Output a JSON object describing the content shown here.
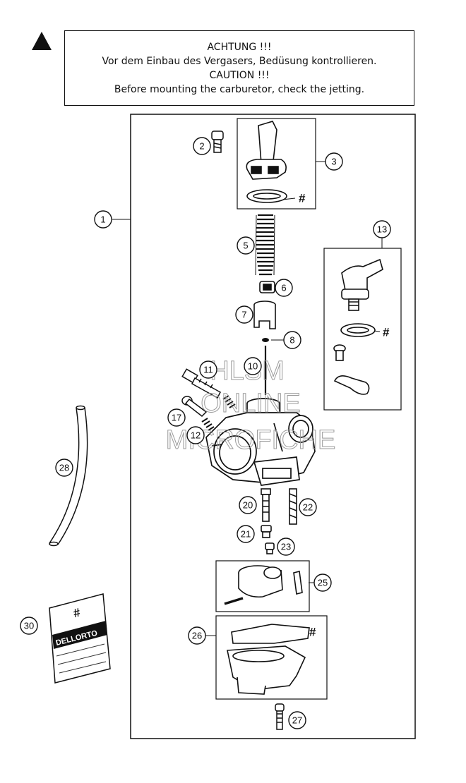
{
  "notice": {
    "line1": "ACHTUNG !!!",
    "line2": "Vor dem Einbau des Vergasers, Bedüsung kontrollieren.",
    "line3": "CAUTION !!!",
    "line4": "Before mounting the carburetor, check the jetting."
  },
  "icons": {
    "warning": "warning-triangle-icon"
  },
  "callouts": {
    "c1": "1",
    "c2": "2",
    "c3": "3",
    "c5": "5",
    "c6": "6",
    "c7": "7",
    "c8": "8",
    "c10": "10",
    "c11": "11",
    "c12": "12",
    "c13": "13",
    "c17": "17",
    "c20": "20",
    "c21": "21",
    "c22": "22",
    "c23": "23",
    "c25": "25",
    "c26": "26",
    "c27": "27",
    "c28": "28",
    "c30": "30"
  },
  "hash_mark": "#",
  "package": {
    "brand": "DELLORTO",
    "hash": "#"
  },
  "watermark": {
    "line1": "HLSM",
    "line2": "ONLINE",
    "line3": "MICROFICHE"
  }
}
